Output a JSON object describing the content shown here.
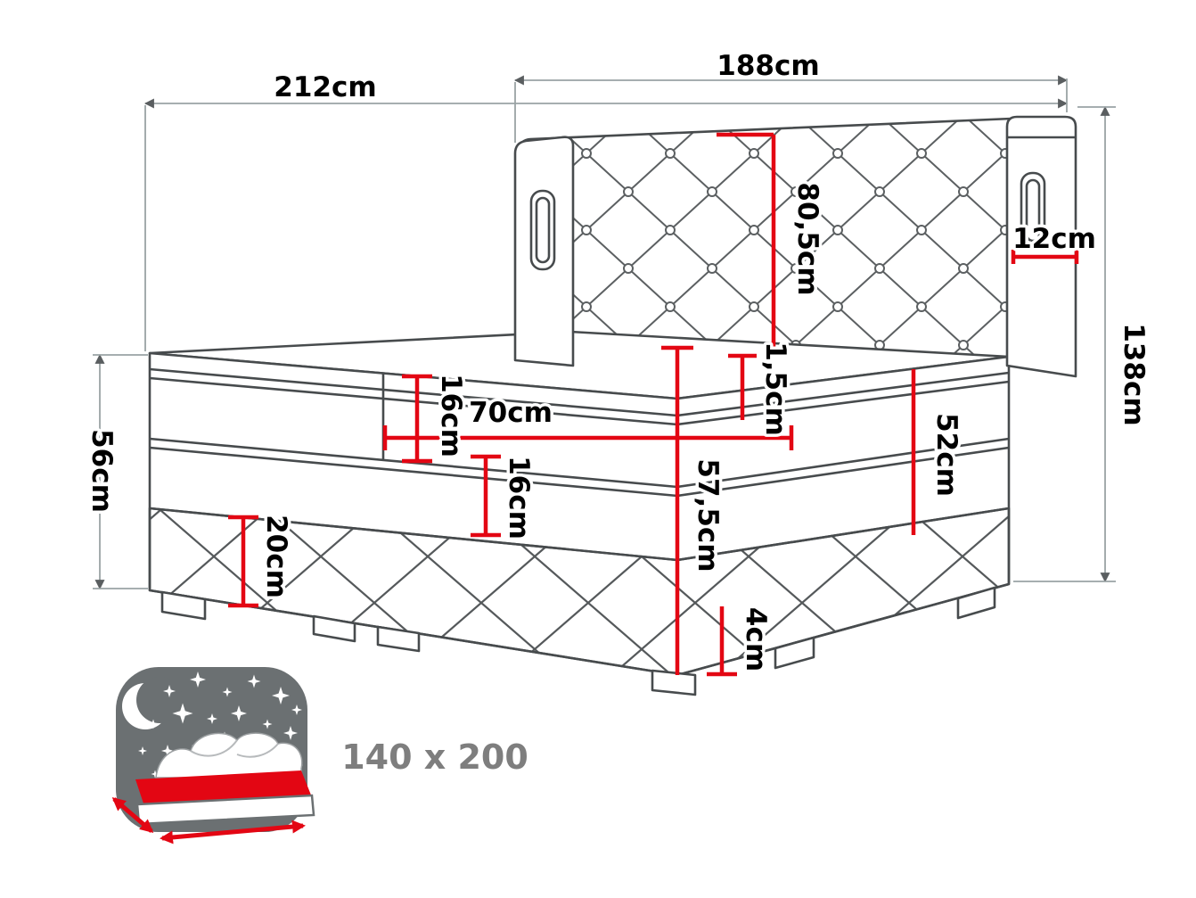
{
  "colors": {
    "outline": "#474b4d",
    "tuft_line": "#5c6062",
    "dim_gray": "#9aa3a4",
    "red": "#e30613",
    "label": "#000000",
    "badge_bg": "#6b7072",
    "size_text": "#7e7e7e",
    "background": "#ffffff"
  },
  "dims": {
    "total_width": "212cm",
    "headboard_width": "188cm",
    "headboard_height": "80,5cm",
    "side_panel_depth": "12cm",
    "total_height": "138cm",
    "side_height": "56cm",
    "mattress_thickness": "16cm",
    "half_width": "70cm",
    "topper_thickness": "1,5cm",
    "box_height": "52cm",
    "lower_mattress_thickness": "16cm",
    "base_height": "20cm",
    "front_height": "57,5cm",
    "feet_height": "4cm"
  },
  "badge": {
    "size_label": "140 x 200"
  }
}
